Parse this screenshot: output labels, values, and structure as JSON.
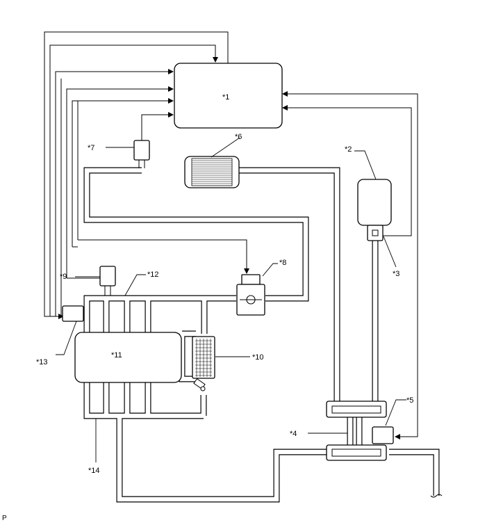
{
  "labels": {
    "c1": "*1",
    "c2": "*2",
    "c3": "*3",
    "c4": "*4",
    "c5": "*5",
    "c6": "*6",
    "c7": "*7",
    "c8": "*8",
    "c9": "*9",
    "c10": "*10",
    "c11": "*11",
    "c12": "*12",
    "c13": "*13",
    "c14": "*14"
  },
  "corner_code": "P"
}
